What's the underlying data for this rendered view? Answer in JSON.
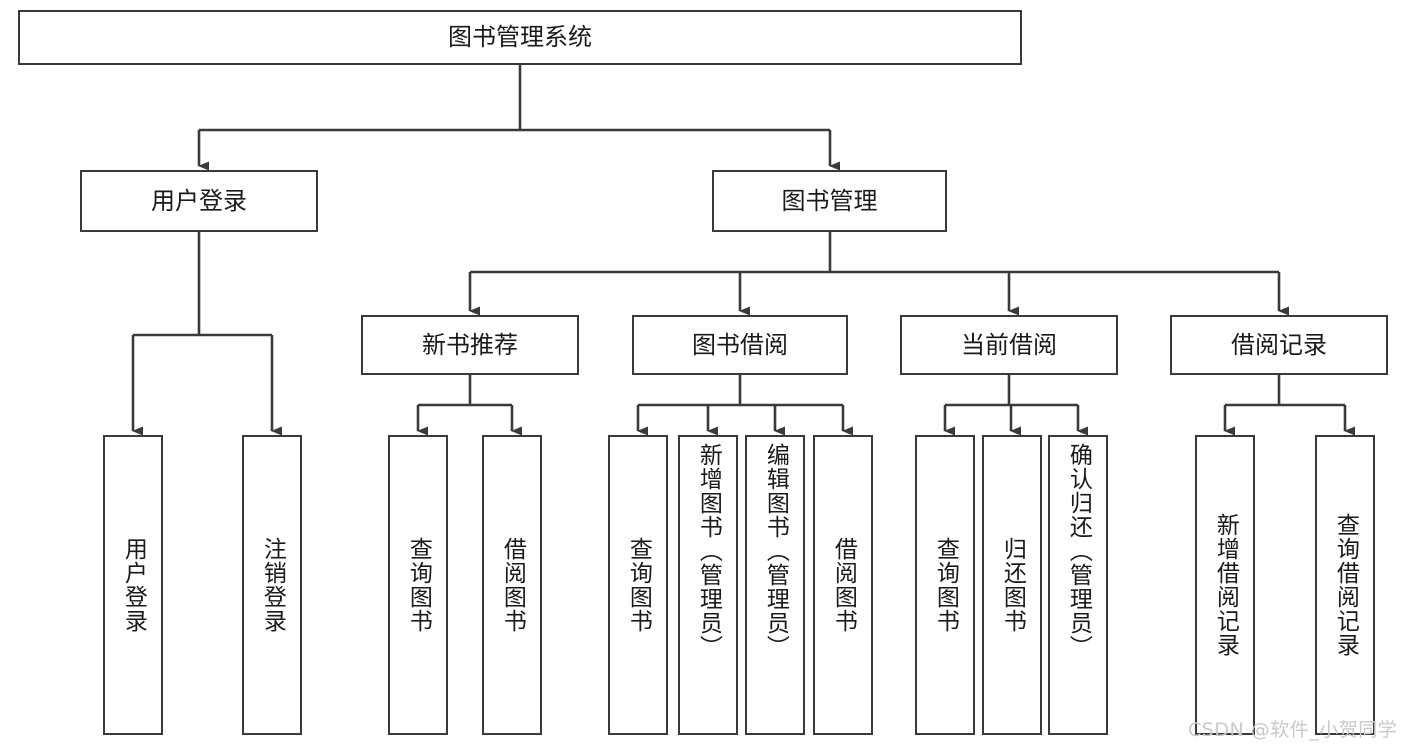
{
  "diagram": {
    "type": "hierarchy-tree",
    "root": {
      "label": "图书管理系统"
    },
    "level2": [
      {
        "label": "用户登录"
      },
      {
        "label": "图书管理"
      }
    ],
    "level3": [
      {
        "label": "新书推荐"
      },
      {
        "label": "图书借阅"
      },
      {
        "label": "当前借阅"
      },
      {
        "label": "借阅记录"
      }
    ],
    "leaves": {
      "user_login": [
        {
          "label": "用户登录"
        },
        {
          "label": "注销登录"
        }
      ],
      "new_book_recommend": [
        {
          "label": "查询图书"
        },
        {
          "label": "借阅图书"
        }
      ],
      "book_borrow": [
        {
          "label": "查询图书"
        },
        {
          "label": "新增图书（管理员）"
        },
        {
          "label": "编辑图书（管理员）"
        },
        {
          "label": "借阅图书"
        }
      ],
      "current_borrow": [
        {
          "label": "查询图书"
        },
        {
          "label": "归还图书"
        },
        {
          "label": "确认归还（管理员）"
        }
      ],
      "borrow_record": [
        {
          "label": "新增借阅记录"
        },
        {
          "label": "查询借阅记录"
        }
      ]
    }
  },
  "watermark": {
    "text": "CSDN @软件_小贺同学"
  },
  "colors": {
    "border": "#3a3a3a",
    "background": "#ffffff",
    "text": "#1a1a1a",
    "watermark": "#c9c9c9"
  }
}
